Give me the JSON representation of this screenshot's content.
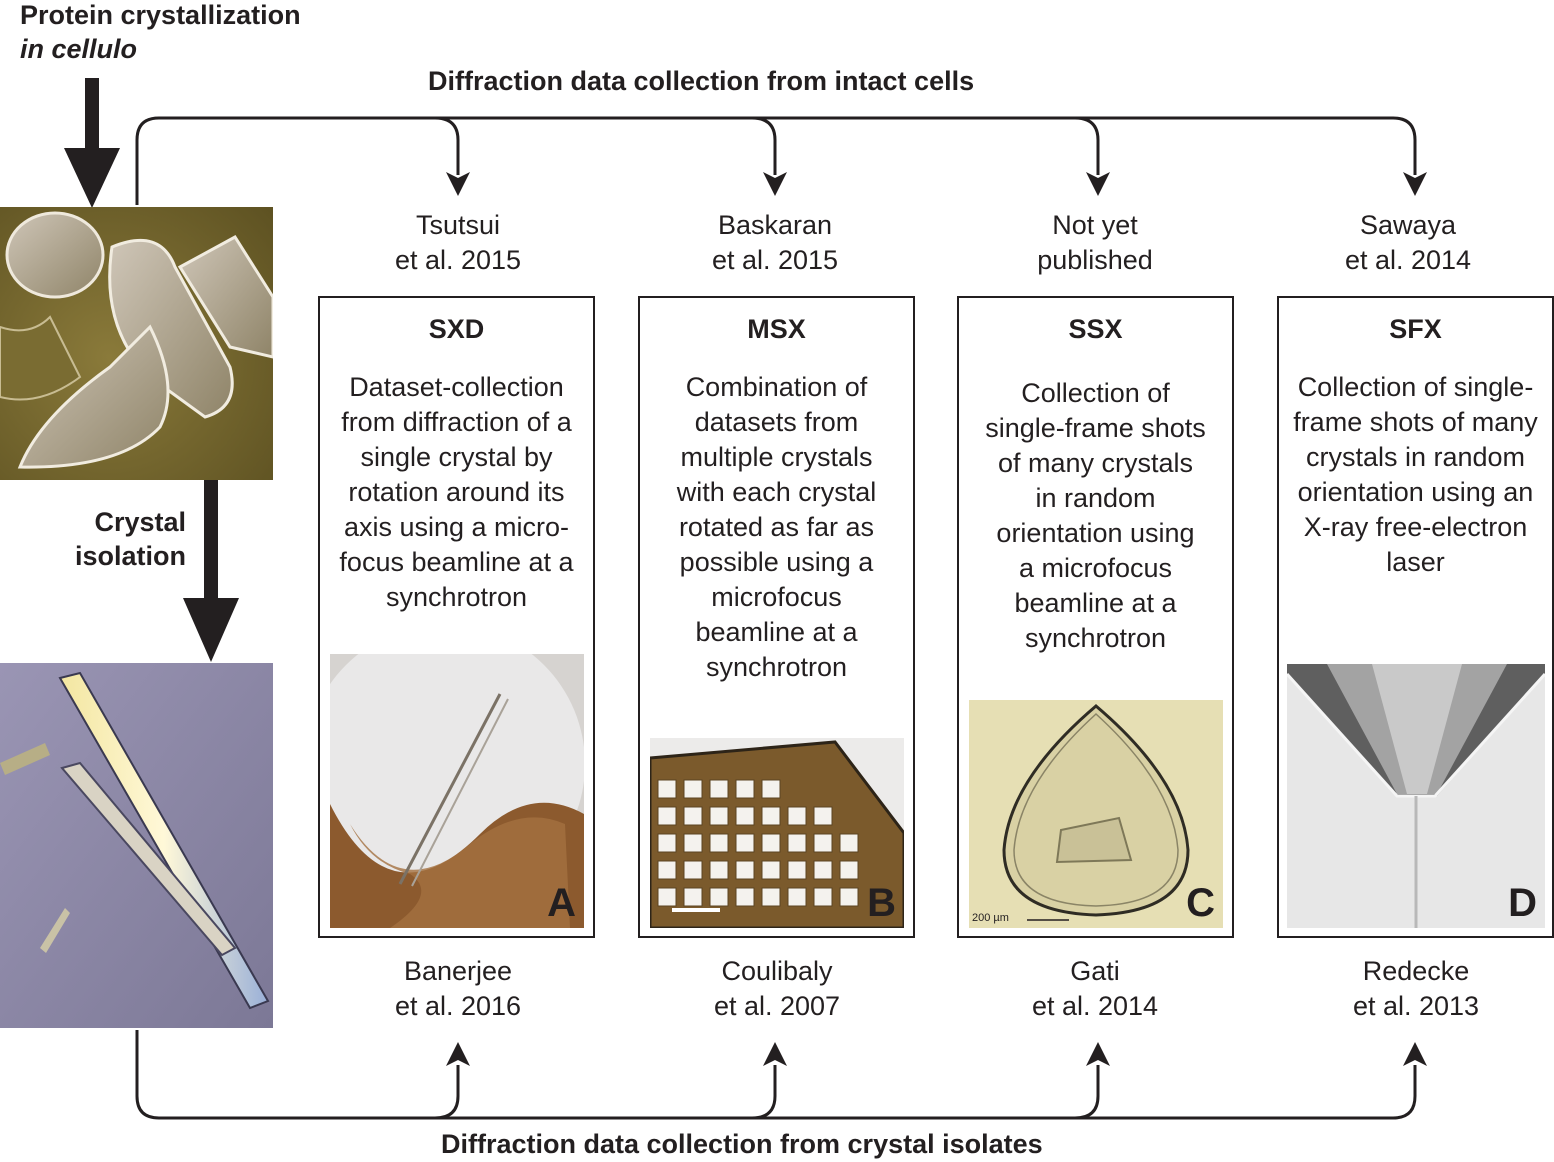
{
  "top_left": {
    "line1": "Protein crystallization",
    "line2": "in cellulo"
  },
  "top_header": "Diffraction data collection from intact cells",
  "bottom_header": "Diffraction data collection from crystal isolates",
  "side_label": {
    "line1": "Crystal",
    "line2": "isolation"
  },
  "panels": [
    {
      "title": "SXD",
      "desc_lines": [
        "Dataset-collection",
        "from diffraction of a",
        "single crystal by",
        "rotation around its",
        "axis using a micro-",
        "focus beamline at a",
        "synchrotron"
      ],
      "letter": "A",
      "top_ref": [
        "Tsutsui",
        "et al. 2015"
      ],
      "bottom_ref": [
        "Banerjee",
        "et al. 2016"
      ]
    },
    {
      "title": "MSX",
      "desc_lines": [
        "Combination of",
        "datasets from",
        "multiple crystals",
        "with each crystal",
        "rotated as far as",
        "possible using a",
        "microfocus",
        "beamline at a",
        "synchrotron"
      ],
      "letter": "B",
      "top_ref": [
        "Baskaran",
        "et al. 2015"
      ],
      "bottom_ref": [
        "Coulibaly",
        "et al. 2007"
      ]
    },
    {
      "title": "SSX",
      "desc_lines": [
        "Collection of",
        "single-frame shots",
        "of many crystals",
        "in random",
        "orientation using",
        "a microfocus",
        "beamline at a",
        "synchrotron"
      ],
      "letter": "C",
      "scale_label": "200 µm",
      "top_ref": [
        "Not yet",
        "published"
      ],
      "bottom_ref": [
        "Gati",
        "et al. 2014"
      ]
    },
    {
      "title": "SFX",
      "desc_lines": [
        "Collection of single-",
        "frame shots of many",
        "crystals in random",
        "orientation using an",
        "X-ray free-electron",
        "laser"
      ],
      "letter": "D",
      "top_ref": [
        "Sawaya",
        "et al. 2014"
      ],
      "bottom_ref": [
        "Redecke",
        "et al. 2013"
      ]
    }
  ],
  "colors": {
    "ink": "#231f20",
    "micrograph_brown": "#7a6a2e",
    "micrograph_lavender": "#8a86a6"
  },
  "icons": [
    "arrow-down-icon",
    "arrow-up-icon"
  ]
}
